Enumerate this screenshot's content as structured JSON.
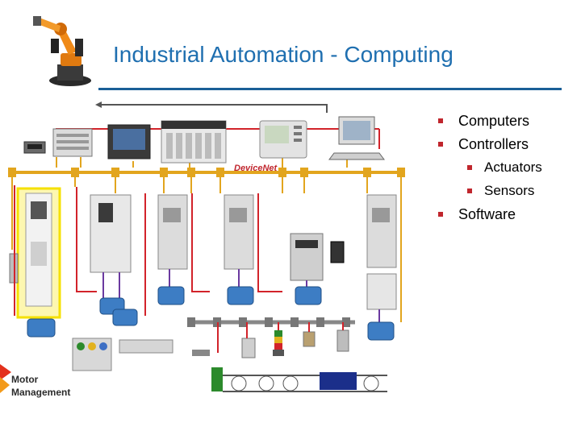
{
  "slide": {
    "title": "Industrial Automation - Computing"
  },
  "bullets": [
    {
      "text": "Computers",
      "level": 1
    },
    {
      "text": "Controllers",
      "level": 1
    },
    {
      "text": "Actuators",
      "level": 2
    },
    {
      "text": "Sensors",
      "level": 2
    },
    {
      "text": "Software",
      "level": 1
    }
  ],
  "diagram": {
    "network_label": "DeviceNet",
    "logo_line1": "Motor",
    "logo_line2": "Management"
  },
  "colors": {
    "title": "#1f6fb0",
    "rule": "#1a5f97",
    "bullet_mark": "#c0262d",
    "devicenet_cable": "#e2a51e",
    "power_wire": "#d2232a",
    "motor_wire": "#6b3aa0",
    "motor_body": "#3d7dc4"
  },
  "icons": [
    "industrial-robot-icon",
    "plc-icon",
    "computer-icon",
    "motor-icon",
    "sensor-icon",
    "stack-light-icon",
    "conveyor-icon"
  ]
}
